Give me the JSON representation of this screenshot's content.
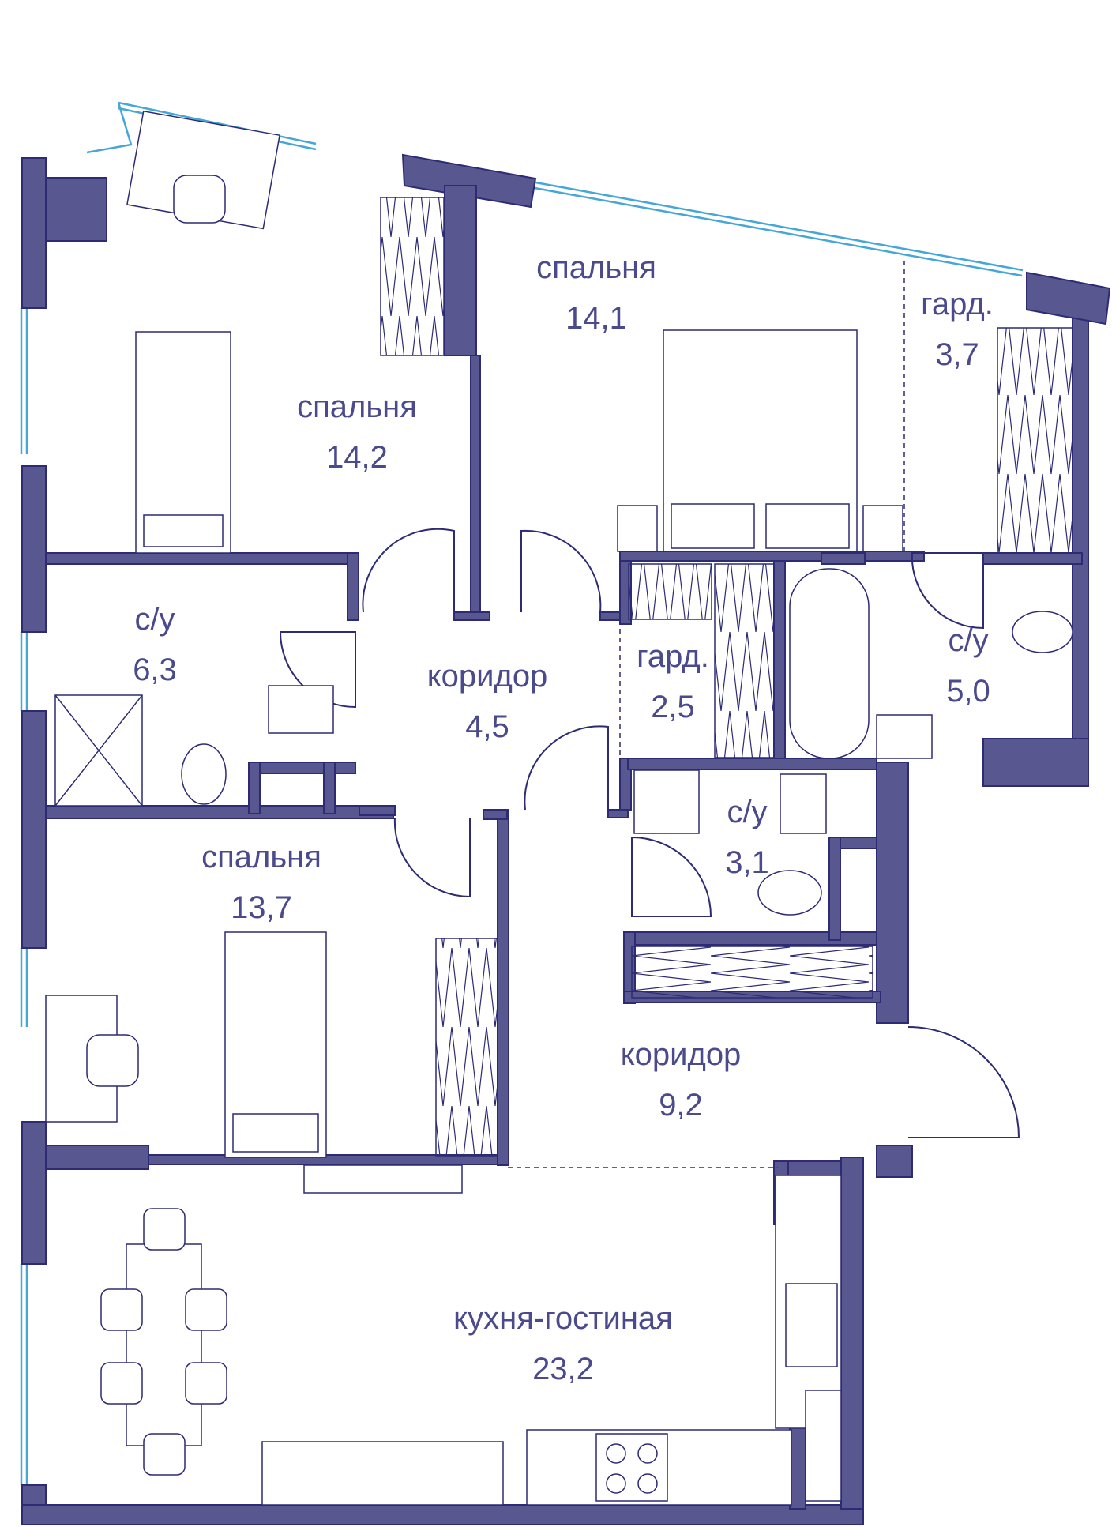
{
  "colors": {
    "wall": "#58578f",
    "wall_edge": "#2c2b74",
    "line": "#2c2b74",
    "glass": "#46a7d6",
    "text": "#4a4a8c"
  },
  "rooms": [
    {
      "id": "bedroom-1",
      "name": "спальня",
      "area": "14,2"
    },
    {
      "id": "bedroom-2",
      "name": "спальня",
      "area": "14,1"
    },
    {
      "id": "wardrobe-1",
      "name": "гард.",
      "area": "3,7"
    },
    {
      "id": "bathroom-1",
      "name": "с/у",
      "area": "6,3"
    },
    {
      "id": "corridor-1",
      "name": "коридор",
      "area": "4,5"
    },
    {
      "id": "wardrobe-2",
      "name": "гард.",
      "area": "2,5"
    },
    {
      "id": "bathroom-2",
      "name": "с/у",
      "area": "5,0"
    },
    {
      "id": "bathroom-3",
      "name": "с/у",
      "area": "3,1"
    },
    {
      "id": "bedroom-3",
      "name": "спальня",
      "area": "13,7"
    },
    {
      "id": "corridor-2",
      "name": "коридор",
      "area": "9,2"
    },
    {
      "id": "kitchen-living",
      "name": "кухня-гостиная",
      "area": "23,2"
    }
  ]
}
